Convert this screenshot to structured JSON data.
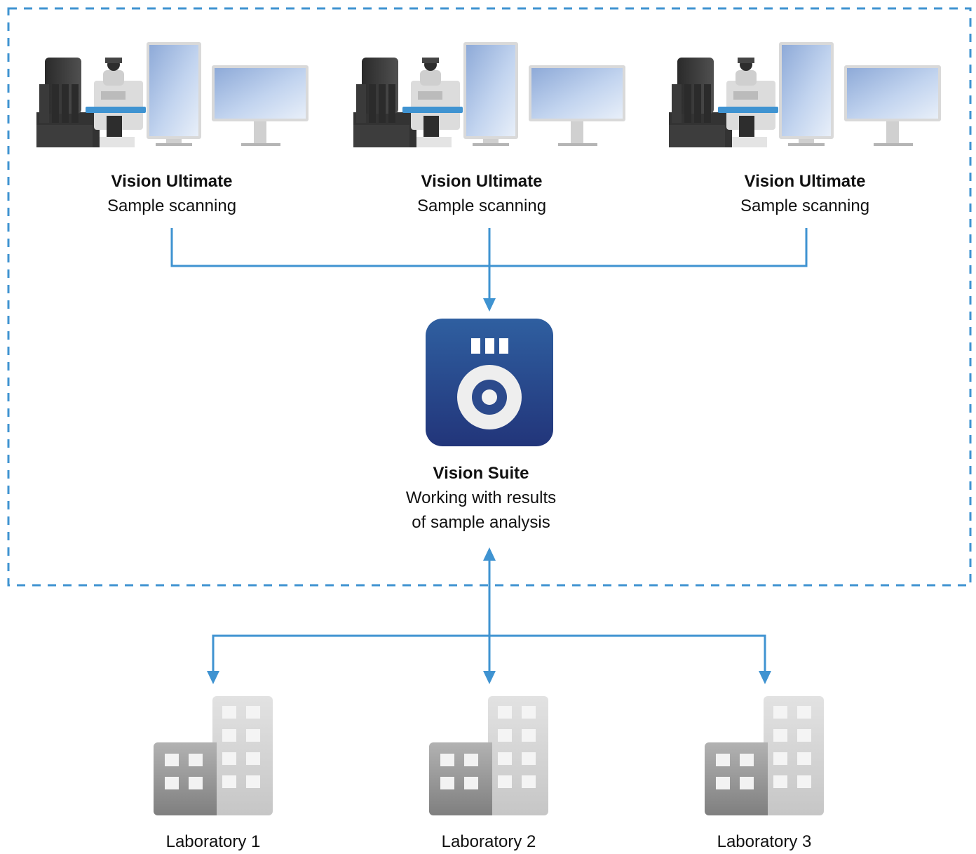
{
  "stations": [
    {
      "title": "Vision Ultimate",
      "subtitle": "Sample scanning",
      "icon": "microscope-workstation-icon"
    },
    {
      "title": "Vision Ultimate",
      "subtitle": "Sample scanning",
      "icon": "microscope-workstation-icon"
    },
    {
      "title": "Vision Ultimate",
      "subtitle": "Sample scanning",
      "icon": "microscope-workstation-icon"
    }
  ],
  "suite": {
    "title": "Vision Suite",
    "subtitle_line1": "Working with results",
    "subtitle_line2": "of sample analysis",
    "icon": "vision-suite-app-icon"
  },
  "labs": [
    {
      "label": "Laboratory 1",
      "icon": "building-icon"
    },
    {
      "label": "Laboratory 2",
      "icon": "building-icon"
    },
    {
      "label": "Laboratory 3",
      "icon": "building-icon"
    }
  ],
  "colors": {
    "connector": "#3f93d1",
    "border_dash": "#3f93d1",
    "app_icon_top": "#2f5fa0",
    "app_icon_bottom": "#22357a"
  }
}
